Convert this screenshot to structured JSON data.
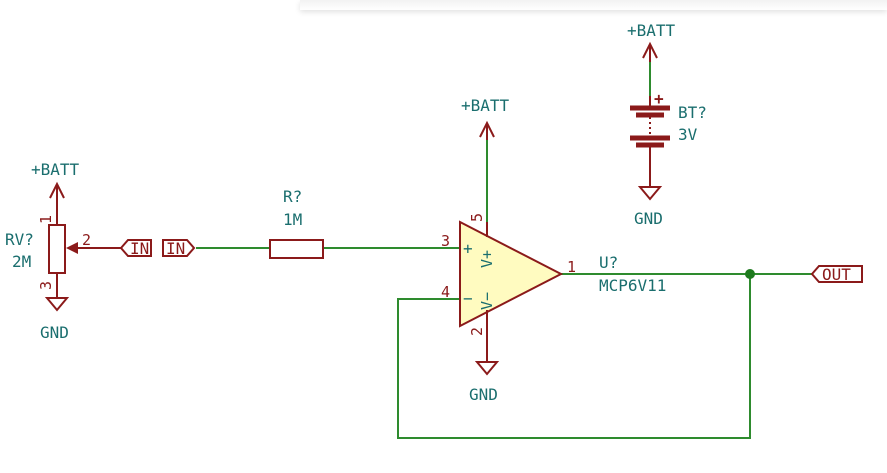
{
  "colors": {
    "wire": "#2e8b2e",
    "component": "#8b1a1a",
    "label_text": "#1a6e6e",
    "opamp_fill": "#fffbc0",
    "junction": "#1e7a1e"
  },
  "power_symbols": [
    {
      "id": "batt-top",
      "net": "+BATT"
    },
    {
      "id": "batt-opamp",
      "net": "+BATT"
    },
    {
      "id": "batt-pot",
      "net": "+BATT"
    },
    {
      "id": "gnd-battery",
      "net": "GND"
    },
    {
      "id": "gnd-opamp",
      "net": "GND"
    },
    {
      "id": "gnd-pot",
      "net": "GND"
    }
  ],
  "battery": {
    "ref": "BT?",
    "value": "3V",
    "plus": "+"
  },
  "potentiometer": {
    "ref": "RV?",
    "value": "2M",
    "pin_top": "1",
    "pin_wiper": "2",
    "pin_bottom": "3"
  },
  "resistor": {
    "ref": "R?",
    "value": "1M"
  },
  "opamp": {
    "ref": "U?",
    "value": "MCP6V11",
    "pin_noninv": "3",
    "pin_inv": "4",
    "pin_out": "1",
    "pin_vplus": "5",
    "pin_vminus": "2",
    "sign_plus": "+",
    "sign_minus": "−",
    "vplus_label": "V+",
    "vminus_label": "V−"
  },
  "net_labels": {
    "in_left": "IN",
    "in_right": "IN",
    "out": "OUT"
  }
}
